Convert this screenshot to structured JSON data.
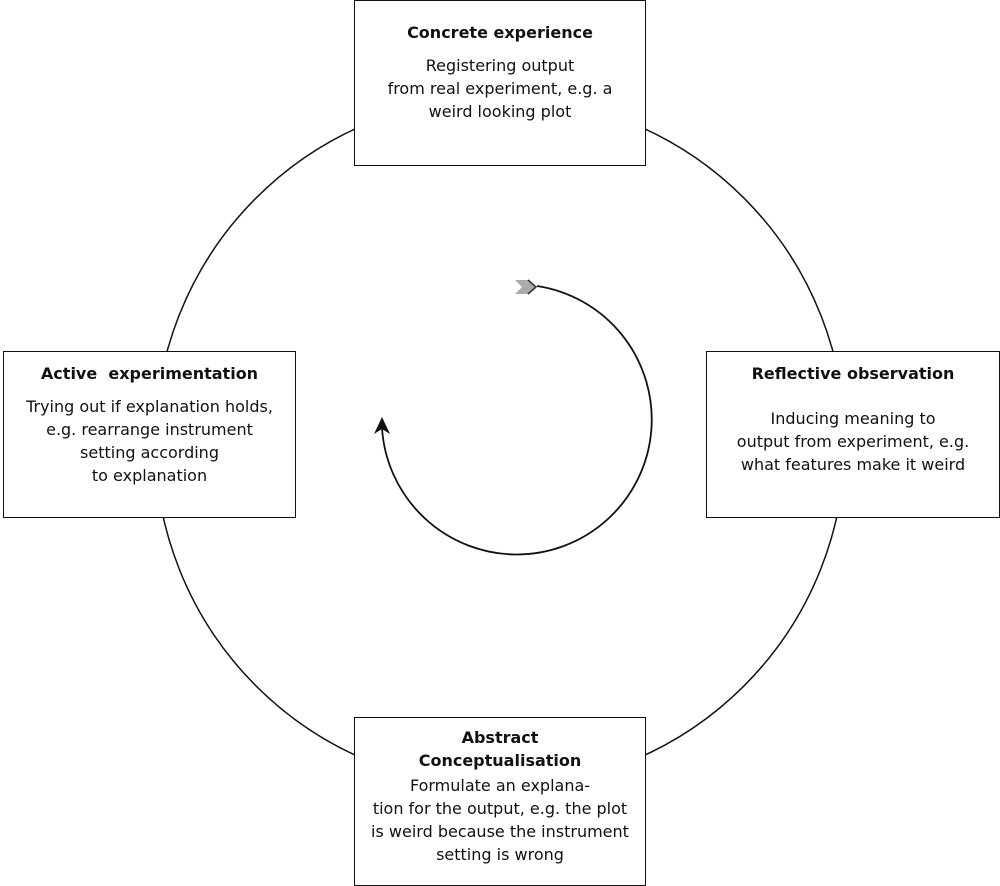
{
  "stages": {
    "concrete": {
      "title": "Concrete experience",
      "body": "Registering output\nfrom real experiment, e.g. a\nweird looking plot"
    },
    "reflective": {
      "title": "Reflective observation",
      "body": "Inducing meaning to\noutput from experiment, e.g.\nwhat features make it weird"
    },
    "abstract": {
      "title": "Abstract\nConceptualisation",
      "body": "Formulate an explana-\ntion for the output, e.g. the plot\nis weird because the instrument\nsetting is wrong"
    },
    "active": {
      "title": "Active  experimentation",
      "body": "Trying out if explanation holds,\ne.g. rearrange instrument\nsetting according\nto explanation"
    }
  }
}
